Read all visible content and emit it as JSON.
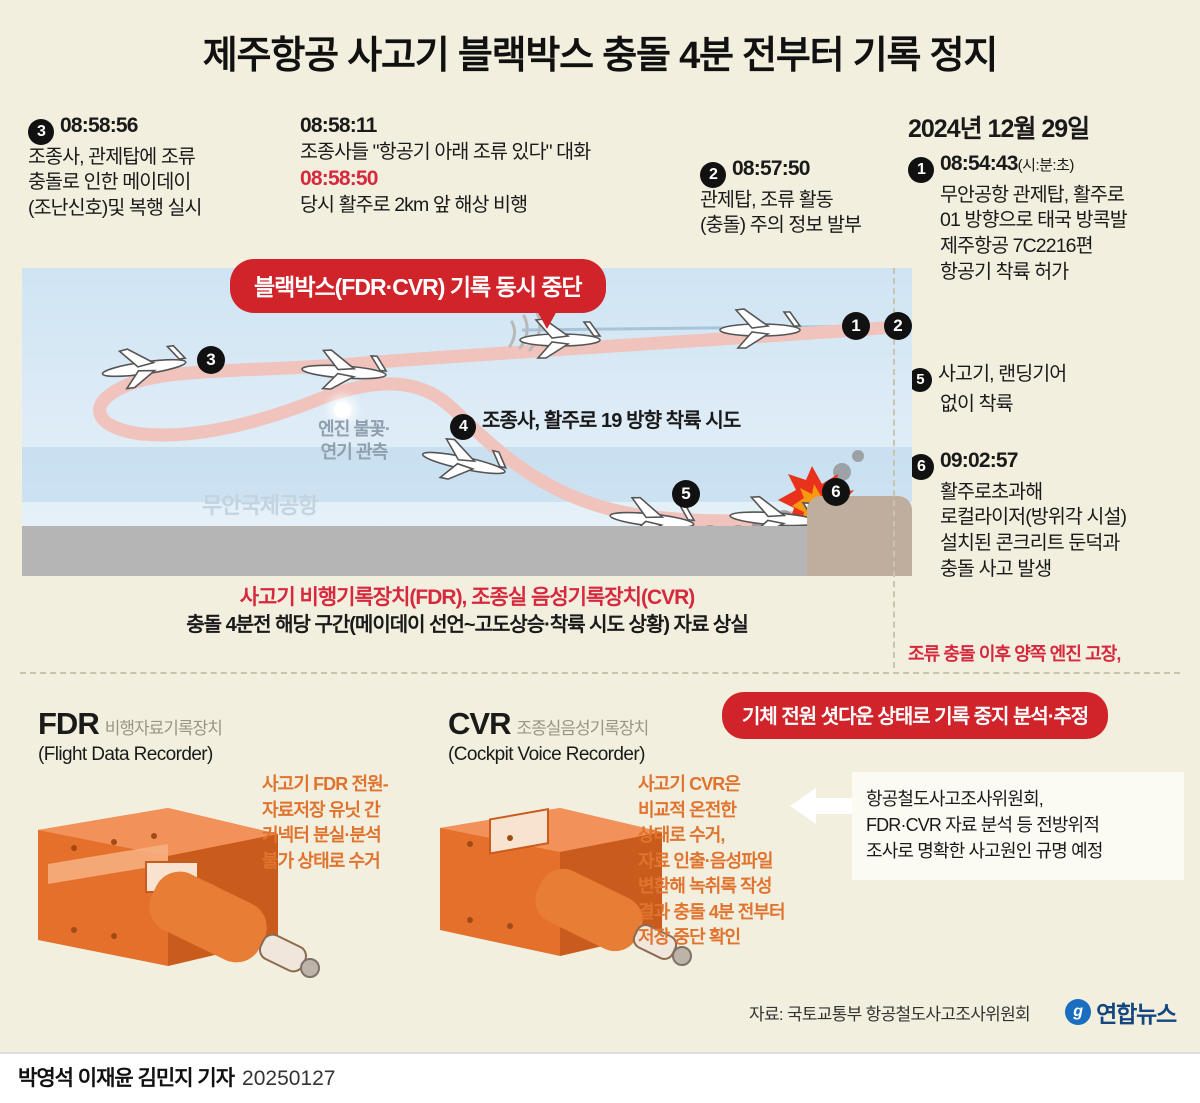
{
  "title": "제주항공 사고기 블랙박스 충돌 4분 전부터 기록 정지",
  "timeline": {
    "step3": {
      "num": "3",
      "time": "08:58:56",
      "lines": [
        "조종사, 관제탑에 조류",
        "충돌로 인한 메이데이",
        "(조난신호)및 복행 실시"
      ]
    },
    "block_a": {
      "time1": "08:58:11",
      "line1": "조종사들 \"항공기 아래 조류 있다\" 대화",
      "time2": "08:58:50",
      "line2": "당시 활주로 2km 앞 해상 비행"
    },
    "step2": {
      "num": "2",
      "time": "08:57:50",
      "lines": [
        "관제탑, 조류 활동",
        "(충돌) 주의 정보 발부"
      ]
    },
    "date": "2024년 12월 29일",
    "step1": {
      "num": "1",
      "time": "08:54:43",
      "unit": "(시:분:초)",
      "lines": [
        "무안공항 관제탑, 활주로",
        "01 방향으로 태국 방콕발",
        "제주항공 7C2216편",
        "항공기 착륙 허가"
      ]
    },
    "step5": {
      "num": "5",
      "lines": [
        "사고기, 랜딩기어",
        "없이 착륙"
      ]
    },
    "step6": {
      "num": "6",
      "time": "09:02:57",
      "lines": [
        "활주로초과해",
        "로컬라이저(방위각 시설)",
        "설치된 콘크리트 둔덕과",
        "충돌 사고 발생"
      ]
    },
    "note_red": "조류 충돌 이후 양쪽 엔진 고장,"
  },
  "scene": {
    "banner": "블랙박스(FDR·CVR) 기록 동시 중단",
    "banner2": "기체 전원 셧다운 상태로 기록 중지 분석·추정",
    "airport_label": "무안국제공항",
    "engine_label_l1": "엔진 불꽃·",
    "engine_label_l2": "연기 관측",
    "step4_num": "4",
    "step4_text": "조종사, 활주로 19 방향 착륙 시도",
    "markers": {
      "m1": "1",
      "m2": "2",
      "m3": "3",
      "m5": "5",
      "m6": "6"
    },
    "caption_l1": "사고기 비행기록장치(FDR), 조종실 음성기록장치(CVR)",
    "caption_l2": "충돌 4분전 해당 구간(메이데이 선언~고도상승·착륙 시도 상황) 자료 상실"
  },
  "recorders": {
    "fdr": {
      "abbr": "FDR",
      "kor": "비행자료기록장치",
      "eng": "(Flight Data Recorder)",
      "note": [
        "사고기 FDR 전원-",
        "자료저장 유닛 간",
        "커넥터 분실·분석",
        "불가 상태로 수거"
      ]
    },
    "cvr": {
      "abbr": "CVR",
      "kor": "조종실음성기록장치",
      "eng": "(Cockpit Voice Recorder)",
      "note": [
        "사고기 CVR은",
        "비교적 온전한",
        "상태로 수거,",
        "자료 인출·음성파일",
        "변환해 녹취록 작성",
        "결과 충돌 4분 전부터",
        "저장 중단 확인"
      ]
    }
  },
  "callout": [
    "항공철도사고조사위원회,",
    "FDR·CVR 자료 분석 등 전방위적",
    "조사로 명확한 사고원인 규명 예정"
  ],
  "footer": {
    "source": "자료: 국토교통부 항공철도사고조사위원회",
    "logo_mark": "g",
    "logo_text": "연합뉴스",
    "byline": "박영석 이재윤 김민지 기자",
    "date": "20250127"
  },
  "colors": {
    "accent_red": "#d1232a",
    "text_red": "#d6293e",
    "orange": "#e0742f",
    "bg": "#f2efdf"
  }
}
